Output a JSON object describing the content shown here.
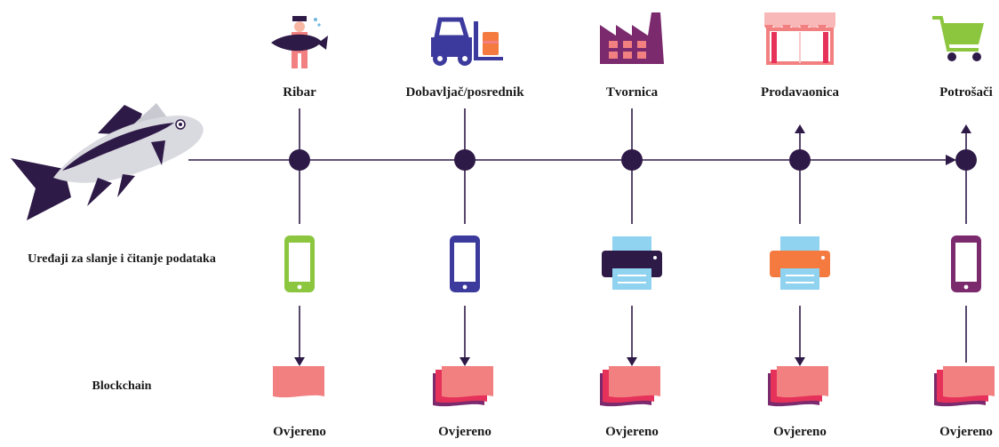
{
  "row_labels": {
    "devices": "Uređaji za slanje i čitanje podataka",
    "ledger": "Blockchain"
  },
  "stations": [
    {
      "label": "Ribar",
      "icon": "fisherman-icon",
      "device": "smartphone-icon",
      "device_color": "#8cc63f",
      "status": "Ovjereno"
    },
    {
      "label": "Dobavljač/posrednik",
      "icon": "forklift-icon",
      "device": "smartphone-icon",
      "device_color": "#3d3a9e",
      "status": "Ovjereno"
    },
    {
      "label": "Tvornica",
      "icon": "factory-icon",
      "device": "printer-icon",
      "device_color": "#2e1a47",
      "status": "Ovjereno"
    },
    {
      "label": "Prodavaonica",
      "icon": "storefront-icon",
      "device": "printer-icon",
      "device_color": "#f47a3f",
      "status": "Ovjereno"
    },
    {
      "label": "Potrošači",
      "icon": "shopping-cart-icon",
      "device": "smartphone-icon",
      "device_color": "#7b2a6e",
      "status": "Ovjereno"
    }
  ],
  "colors": {
    "line": "#2e1a47",
    "ledger_block": "#f28080",
    "ledger_shadow": "#7b2a6e",
    "tuna_body": "#d9d9e0",
    "tuna_dark": "#2e1a47"
  }
}
